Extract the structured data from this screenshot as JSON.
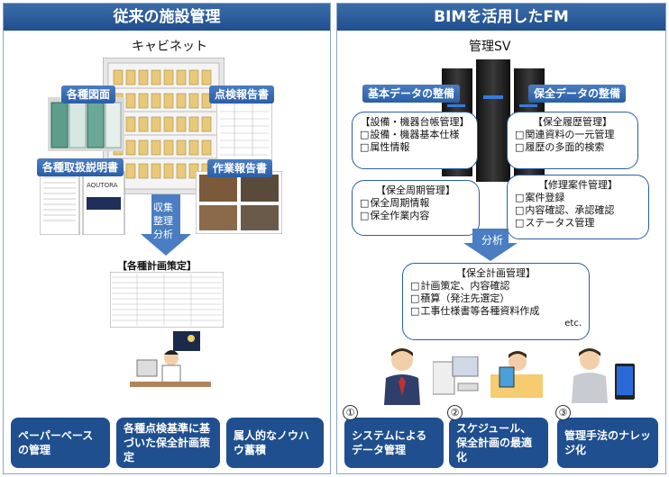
{
  "left": {
    "title": "従来の施設管理",
    "cabinet_label": "キャビネット",
    "callouts": {
      "drawings": "各種図面",
      "inspection_report": "点検報告書",
      "manuals": "各種取扱説明書",
      "work_report": "作業報告書"
    },
    "manual_cover_text": "AQUTORA",
    "arrow_lines": [
      "収集",
      "整理",
      "分析"
    ],
    "plan_title": "【各種計画策定】",
    "bottom_boxes": [
      "ペーパーベースの管理",
      "各種点検基準に基づいた保全計画策定",
      "属人的なノウハウ蓄積"
    ]
  },
  "right": {
    "title": "BIMを活用したFM",
    "server_label": "管理SV",
    "callouts": {
      "basic_data": "基本データの整備",
      "maintenance_data": "保全データの整備"
    },
    "boxes": {
      "equipment": {
        "title": "【設備・機器台帳管理】",
        "lines": [
          "設備・機器基本仕様",
          "属性情報"
        ]
      },
      "history": {
        "title": "【保全履歴管理】",
        "lines": [
          "関連資料の一元管理",
          "履歴の多面的検索"
        ]
      },
      "cycle": {
        "title": "【保全周期管理】",
        "lines": [
          "保全周期情報",
          "保全作業内容"
        ]
      },
      "repair": {
        "title": "【修理案件管理】",
        "lines": [
          "案件登録",
          "内容確認、承認確認",
          "ステータス管理"
        ]
      },
      "plan": {
        "title": "【保全計画管理】",
        "lines": [
          "計画策定、内容確認",
          "積算（発注先選定）",
          "工事仕様書等各種資料作成"
        ],
        "etc": "etc."
      }
    },
    "analysis_label": "分析",
    "bottom_boxes": [
      {
        "num": "①",
        "text": "システムによるデータ管理"
      },
      {
        "num": "②",
        "text": "スケジュール、保全計画の最適化"
      },
      {
        "num": "③",
        "text": "管理手法のナレッジ化"
      }
    ]
  }
}
